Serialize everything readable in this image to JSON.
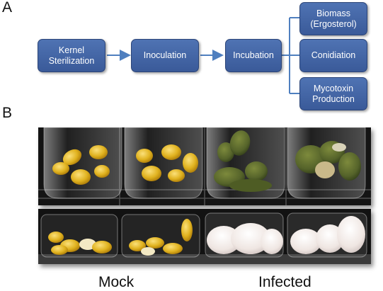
{
  "panel_a": {
    "label": "A",
    "steps": [
      "Kernel\nSterilization",
      "Inoculation",
      "Incubation"
    ],
    "outcomes": [
      "Biomass\n(Ergosterol)",
      "Conidiation",
      "Mycotoxin\nProduction"
    ]
  },
  "panel_b": {
    "label": "B",
    "captions": [
      "Mock",
      "Infected"
    ]
  },
  "colors": {
    "box_fill": "#4a6fad",
    "arrow": "#4f7fbf",
    "kernel": "#e0b21f",
    "mold_green": "#59682a",
    "mycelium": "#efe9e4"
  }
}
